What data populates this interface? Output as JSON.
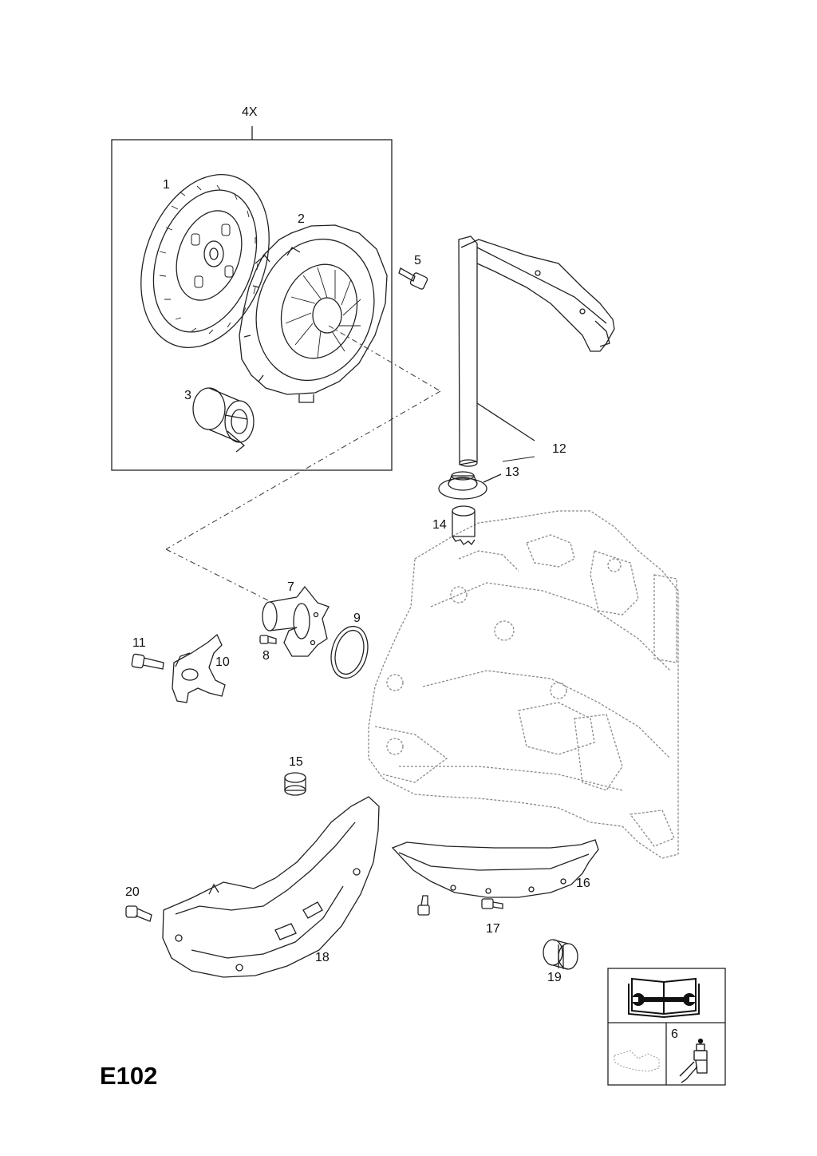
{
  "diagram_code": "E102",
  "kit_label": "4X",
  "callouts": {
    "c1": "1",
    "c2": "2",
    "c3": "3",
    "c5": "5",
    "c6": "6",
    "c7": "7",
    "c8": "8",
    "c9": "9",
    "c10": "10",
    "c11": "11",
    "c12": "12",
    "c13": "13",
    "c14": "14",
    "c15": "15",
    "c16": "16",
    "c17": "17",
    "c18": "18",
    "c19": "19",
    "c20": "20"
  },
  "icons": {
    "manual": "book-wrench-icon",
    "gearbox": "gearbox-outline-icon",
    "lubricant": "oil-can-icon"
  },
  "colors": {
    "line": "#222222",
    "ghost": "#9a9a9a",
    "background": "#ffffff"
  }
}
